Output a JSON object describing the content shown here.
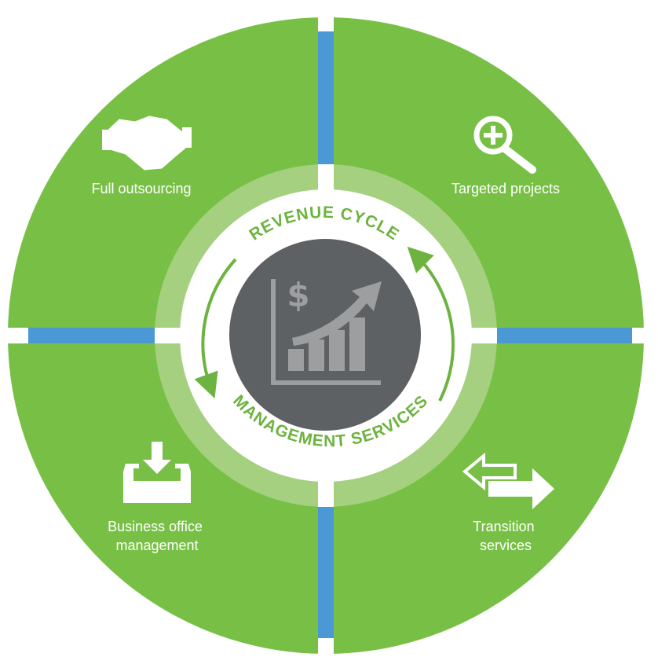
{
  "colors": {
    "quadrant_green": "#78c045",
    "ring_green": "#a5d07f",
    "ring_text_green": "#6db33f",
    "divider_blue": "#4a98d6",
    "center_gray": "#5e6164",
    "icon_gray": "#9c9ea0",
    "white": "#ffffff"
  },
  "center": {
    "icon": "dollar-growth-chart-icon",
    "top_label": "REVENUE CYCLE",
    "bottom_label": "MANAGEMENT SERVICES"
  },
  "quadrants": [
    {
      "id": "top-left",
      "icon": "handshake-icon",
      "label_lines": [
        "Full outsourcing"
      ]
    },
    {
      "id": "top-right",
      "icon": "magnifier-plus-icon",
      "label_lines": [
        "Targeted projects"
      ]
    },
    {
      "id": "bottom-left",
      "icon": "inbox-download-icon",
      "label_lines": [
        "Business office",
        "management"
      ]
    },
    {
      "id": "bottom-right",
      "icon": "transfer-arrows-icon",
      "label_lines": [
        "Transition",
        "services"
      ]
    }
  ]
}
